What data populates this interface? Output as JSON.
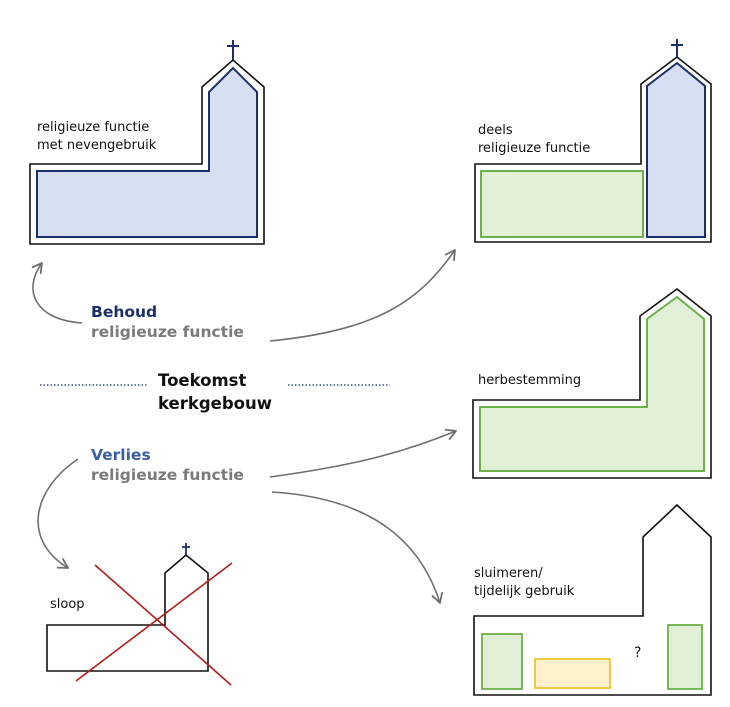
{
  "center": {
    "line1": "Toekomst",
    "line2": "kerkgebouw"
  },
  "behoud": {
    "line1": "Behoud",
    "line2": "religieuze functie"
  },
  "verlies": {
    "line1": "Verlies",
    "line2": "religieuze functie"
  },
  "options": {
    "nevengebruik": {
      "line1": "religieuze functie",
      "line2": "met nevengebruik"
    },
    "deels": {
      "line1": "deels",
      "line2": "religieuze functie"
    },
    "herbestemming": {
      "line1": "herbestemming"
    },
    "sluimeren": {
      "line1": "sluimeren/",
      "line2": "tijdelijk gebruik",
      "unknown": "?"
    },
    "sloop": {
      "line1": "sloop"
    }
  },
  "colors": {
    "navy": "#1b2f6b",
    "blue_fill": "#d6e0f2",
    "green": "#6db04a",
    "green_fill": "#e1efd6",
    "yellow": "#f0c330",
    "yellow_fill": "#fdf2cc",
    "red": "#b01c1c",
    "grey": "#7a7a7a",
    "arrow": "#6f6f6f"
  }
}
